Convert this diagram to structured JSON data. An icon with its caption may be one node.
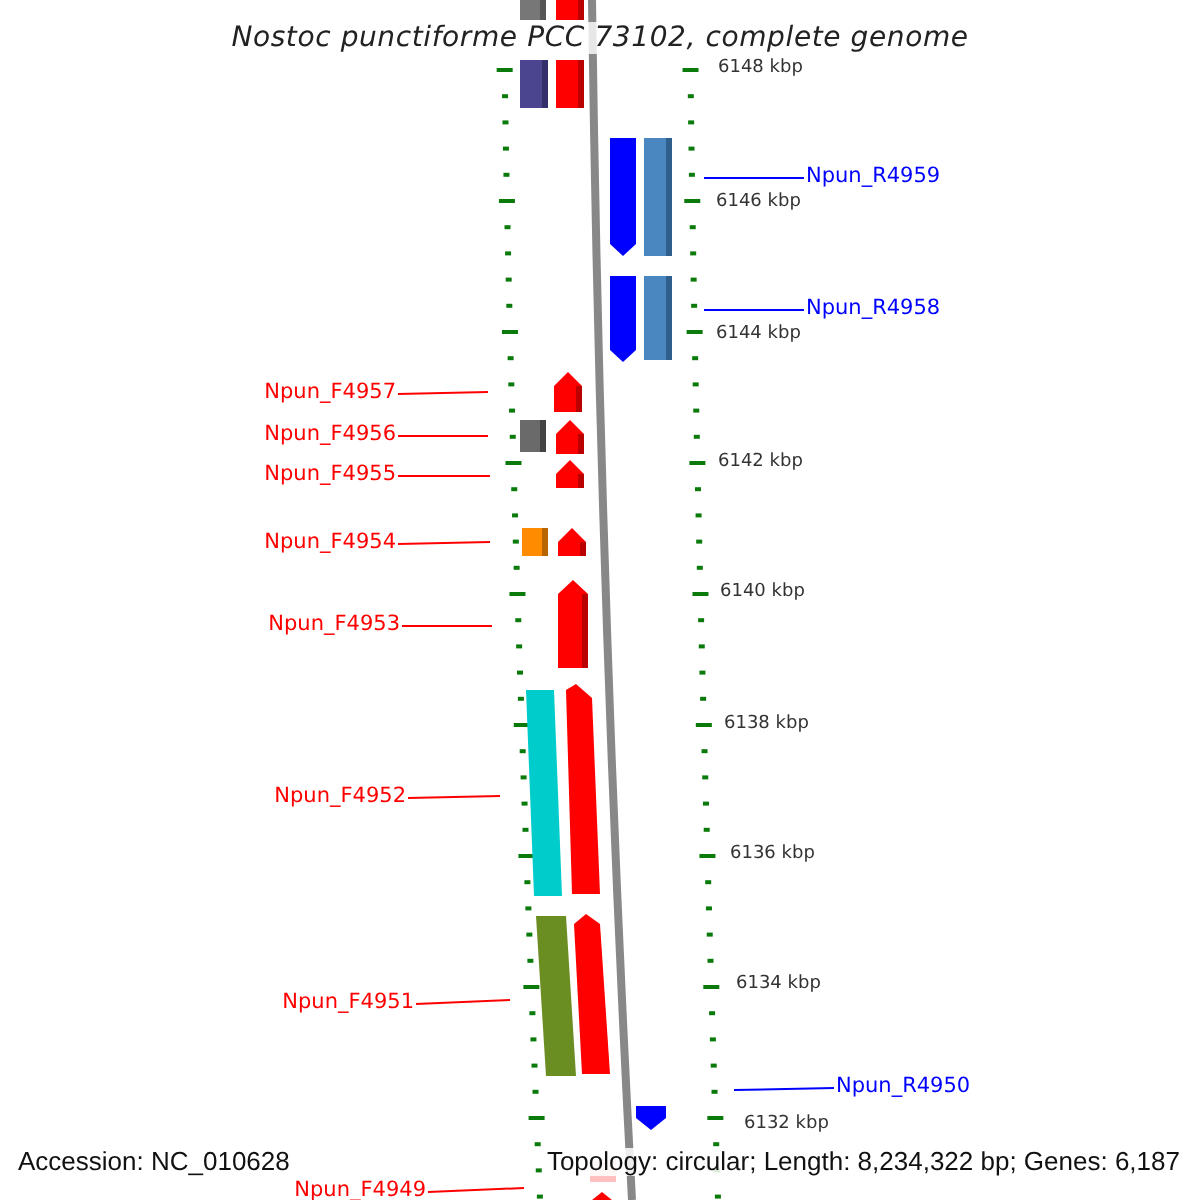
{
  "diagram": {
    "title": "Nostoc punctiforme PCC 73102, complete genome",
    "nodes": [
      {
        "text": [
          "Npun_R4959"
        ]
      },
      {
        "text": [
          "Npun_R4958"
        ]
      },
      {
        "text": [
          "Npun_F4957"
        ]
      },
      {
        "text": [
          "Npun_F4956"
        ]
      },
      {
        "text": [
          "Npun_F4955"
        ]
      },
      {
        "text": [
          "Npun_F4954"
        ]
      },
      {
        "text": [
          "Npun_F4953"
        ]
      },
      {
        "text": [
          "Npun_F4952"
        ]
      },
      {
        "text": [
          "Npun_F4951"
        ]
      },
      {
        "text": [
          "Npun_R4950"
        ]
      },
      {
        "text": [
          "Npun_F4949"
        ]
      }
    ],
    "edges": [
      {
        "from": 0,
        "to": null,
        "arrow": "none",
        "color": "#0000ff"
      },
      {
        "from": 1,
        "to": null,
        "arrow": "none",
        "color": "#0000ff"
      },
      {
        "from": 2,
        "to": null,
        "arrow": "none"
      },
      {
        "from": 3,
        "to": null,
        "arrow": "none"
      },
      {
        "from": 4,
        "to": null,
        "arrow": "none"
      },
      {
        "from": 5,
        "to": null,
        "arrow": "none"
      },
      {
        "from": 6,
        "to": null,
        "arrow": "none"
      },
      {
        "from": 7,
        "to": null,
        "arrow": "none"
      },
      {
        "from": 8,
        "to": null,
        "arrow": "none"
      },
      {
        "from": 9,
        "to": null,
        "arrow": "none",
        "color": "#0000ff"
      },
      {
        "from": 10,
        "to": null,
        "arrow": "none"
      }
    ],
    "labels": [
      "6148 kbp",
      "6146 kbp",
      "6144 kbp",
      "6142 kbp",
      "6140 kbp",
      "6138 kbp",
      "6136 kbp",
      "6134 kbp",
      "6132 kbp",
      "Accession: NC_010628",
      "Topology: circular; Length: 8,234,322 bp; Genes: 6,187"
    ]
  }
}
